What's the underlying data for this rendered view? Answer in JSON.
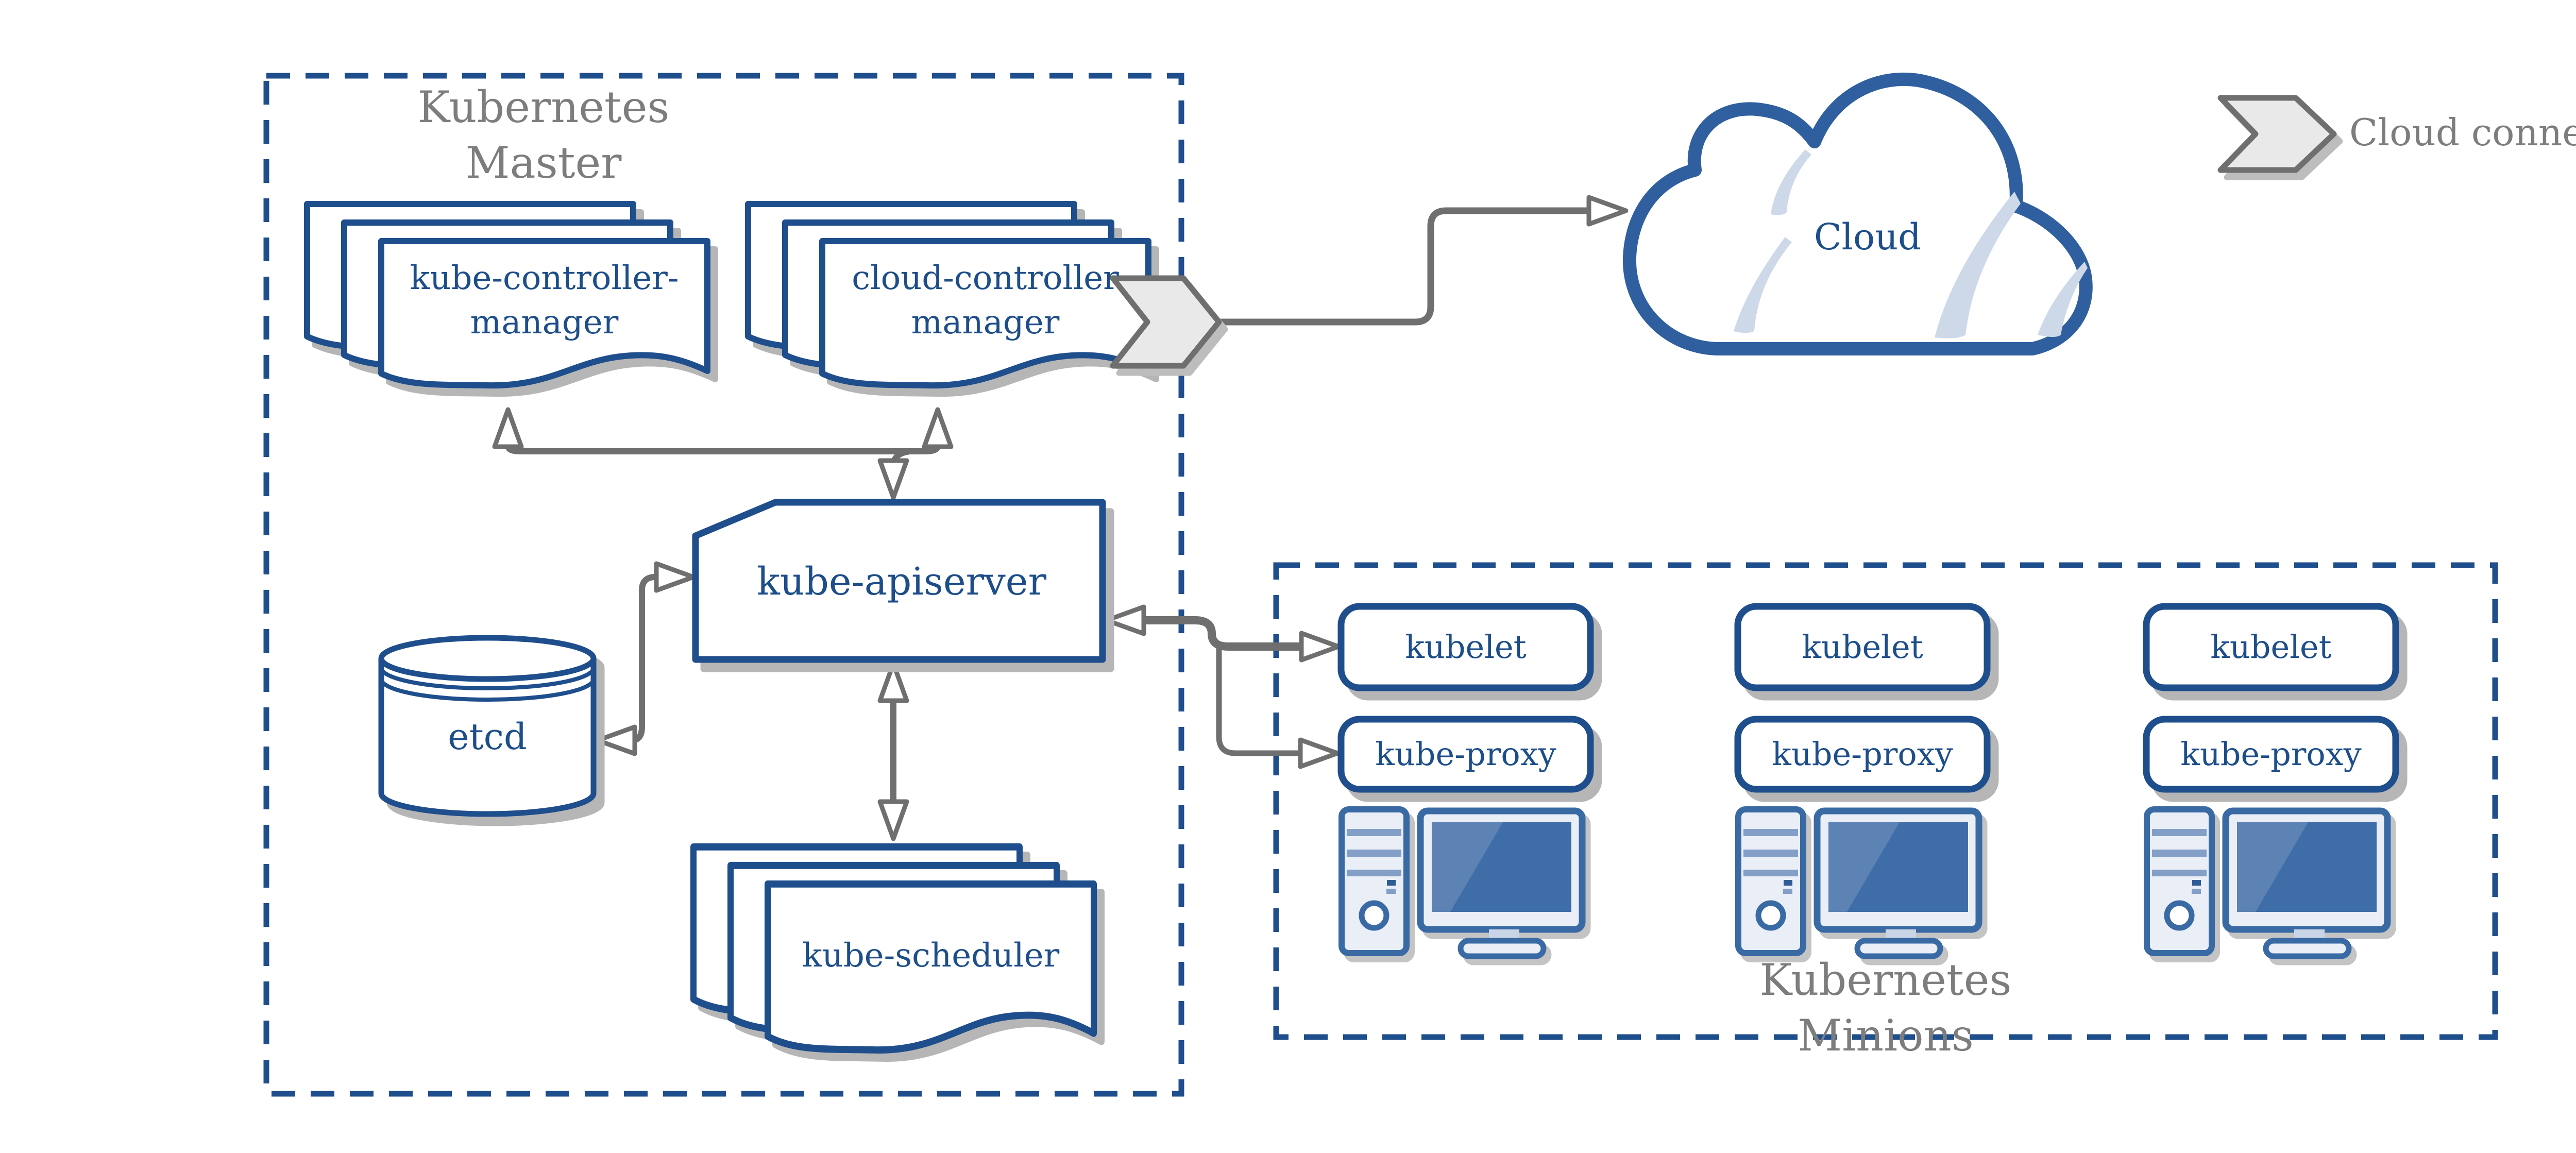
{
  "colors": {
    "accent_blue": "#1f4e8c",
    "text_blue": "#1d4e8a",
    "label_gray": "#7d7d7d",
    "arrow_gray": "#6f6f6f",
    "shadow_gray": "#b6b6b6",
    "cloud_slash_blue": "#cdd9e9",
    "screen_blue": "#3f6da8",
    "screen_highlight_blue": "#5c83b4",
    "workstation_fill": "#e9eef7",
    "tower_stripe_blue": "#849fc7",
    "connector_fill": "#e9e9e9"
  },
  "master": {
    "label_lines": [
      "Kubernetes",
      "Master"
    ],
    "kube_controller_manager_lines": [
      "kube-controller-",
      "manager"
    ],
    "cloud_controller_manager_lines": [
      "cloud-controller",
      "manager"
    ],
    "kube_apiserver": "kube-apiserver",
    "etcd": "etcd",
    "kube_scheduler": "kube-scheduler"
  },
  "cloud": {
    "label": "Cloud"
  },
  "legend": {
    "label": "Cloud connector",
    "icon": "cloud-connector-chevron-icon"
  },
  "minions": {
    "label_lines": [
      "Kubernetes",
      "Minions"
    ],
    "workstation_icon": "workstation-computer-icon",
    "columns": [
      {
        "kubelet": "kubelet",
        "kube_proxy": "kube-proxy"
      },
      {
        "kubelet": "kubelet",
        "kube_proxy": "kube-proxy"
      },
      {
        "kubelet": "kubelet",
        "kube_proxy": "kube-proxy"
      }
    ]
  }
}
